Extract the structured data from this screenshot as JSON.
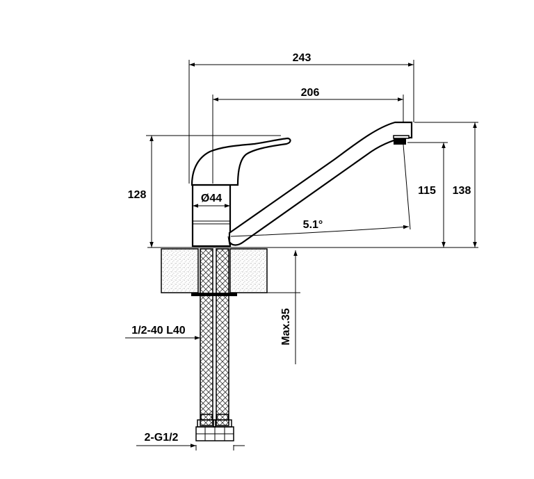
{
  "dimensions": {
    "overall_length": "243",
    "spout_reach": "206",
    "handle_height": "128",
    "body_diameter": "Ø44",
    "angle": "5.1°",
    "spout_outlet_height": "115",
    "overall_height": "138",
    "max_deck_thickness": "Max.35",
    "hose_spec": "1/2-40 L40",
    "connection": "2-G1/2"
  }
}
